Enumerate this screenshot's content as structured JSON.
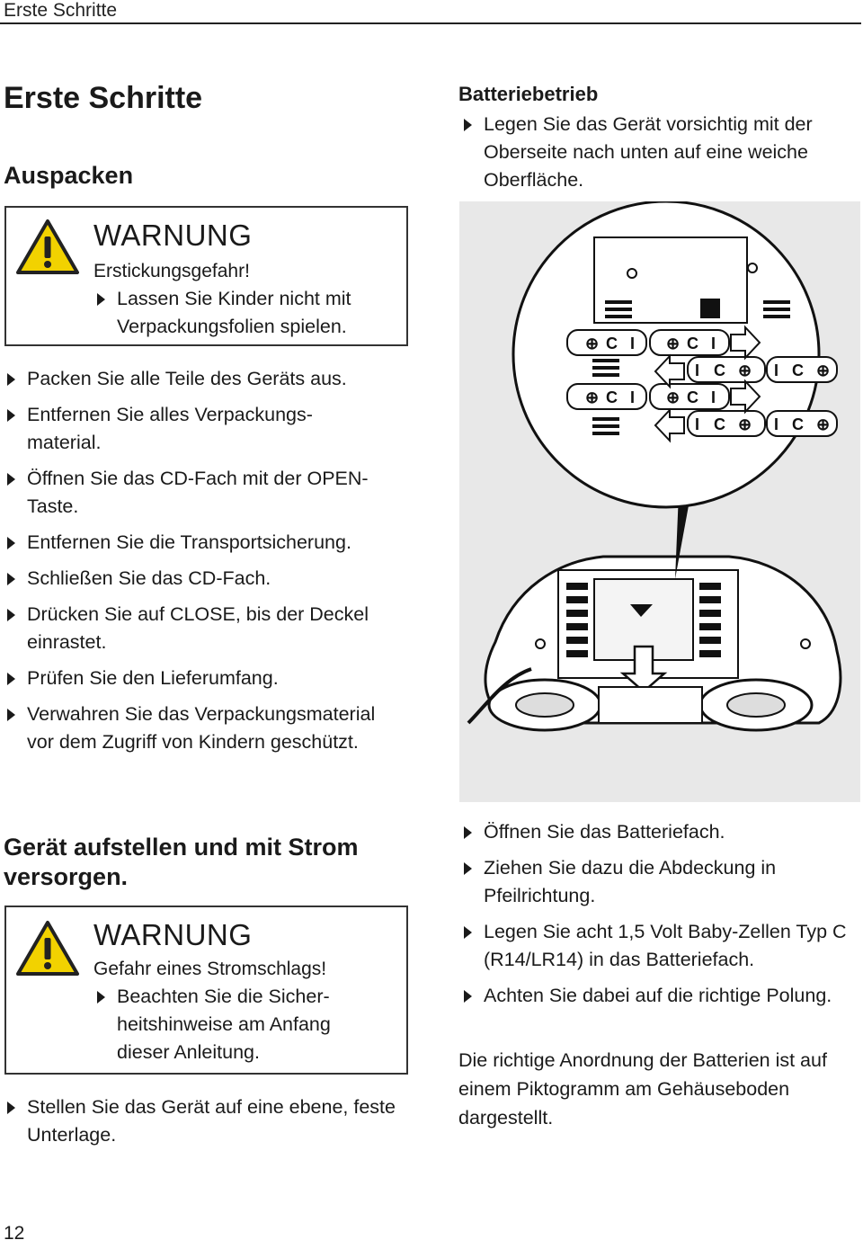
{
  "header": {
    "running_title": "Erste Schritte"
  },
  "page_title": "Erste Schritte",
  "unpacking": {
    "heading": "Auspacken",
    "warning": {
      "title": "WARNUNG",
      "hazard": "Erstickungsgefahr!",
      "items": [
        "Lassen Sie Kinder nicht mit Verpackungsfolien spielen."
      ]
    },
    "steps": [
      "Packen Sie alle Teile des Geräts aus.",
      "Entfernen Sie alles Verpackungs­material.",
      "Öffnen Sie das CD-Fach mit der OPEN-Taste.",
      "Entfernen Sie die Transportsicherung.",
      "Schließen Sie das CD-Fach.",
      "Drücken Sie auf CLOSE, bis der Deckel einrastet.",
      "Prüfen Sie den Lieferumfang.",
      "Verwahren Sie das Verpackungs­material vor dem Zugriff von Kindern geschützt."
    ]
  },
  "setup": {
    "heading": "Gerät aufstellen und mit Strom versorgen.",
    "warning": {
      "title": "WARNUNG",
      "hazard": "Gefahr eines Stromschlags!",
      "items": [
        "Beachten Sie die Sicher­heitshinweise am Anfang dieser Anleitung."
      ]
    },
    "steps": [
      "Stellen Sie das Gerät auf eine ebene, feste Unterlage."
    ]
  },
  "battery": {
    "heading": "Batteriebetrieb",
    "steps_top": [
      "Legen Sie das Gerät vorsichtig mit der Oberseite nach unten auf eine weiche Oberfläche."
    ],
    "figure_labels": {
      "minus": "I",
      "plus": "⊕",
      "cell": "C"
    },
    "steps_bottom": [
      "Öffnen Sie das Batteriefach.",
      "Ziehen Sie dazu die Abdeckung in Pfeilrichtung.",
      "Legen Sie acht 1,5 Volt Baby-Zellen Typ C (R14/LR14) in das Batteriefach.",
      "Achten Sie dabei auf die richtige Polung."
    ],
    "note": "Die richtige Anordnung der Batterien ist auf einem Piktogramm am Gehäuseboden dargestellt."
  },
  "footer": {
    "page_number": "12"
  }
}
